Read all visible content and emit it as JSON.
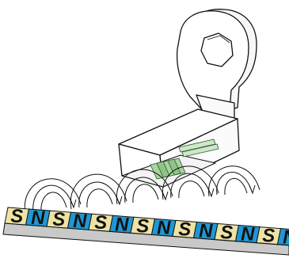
{
  "diagram": {
    "poles": [
      "S",
      "N",
      "S",
      "N",
      "S",
      "N",
      "S",
      "N",
      "S",
      "N",
      "S",
      "N",
      "S",
      "N"
    ],
    "colors": {
      "north_segment": "#1f97d4",
      "south_segment": "#efe3a4",
      "sensor_chip": "#a9d3a1",
      "line": "#111111",
      "housing_fill": "#ffffff"
    }
  }
}
